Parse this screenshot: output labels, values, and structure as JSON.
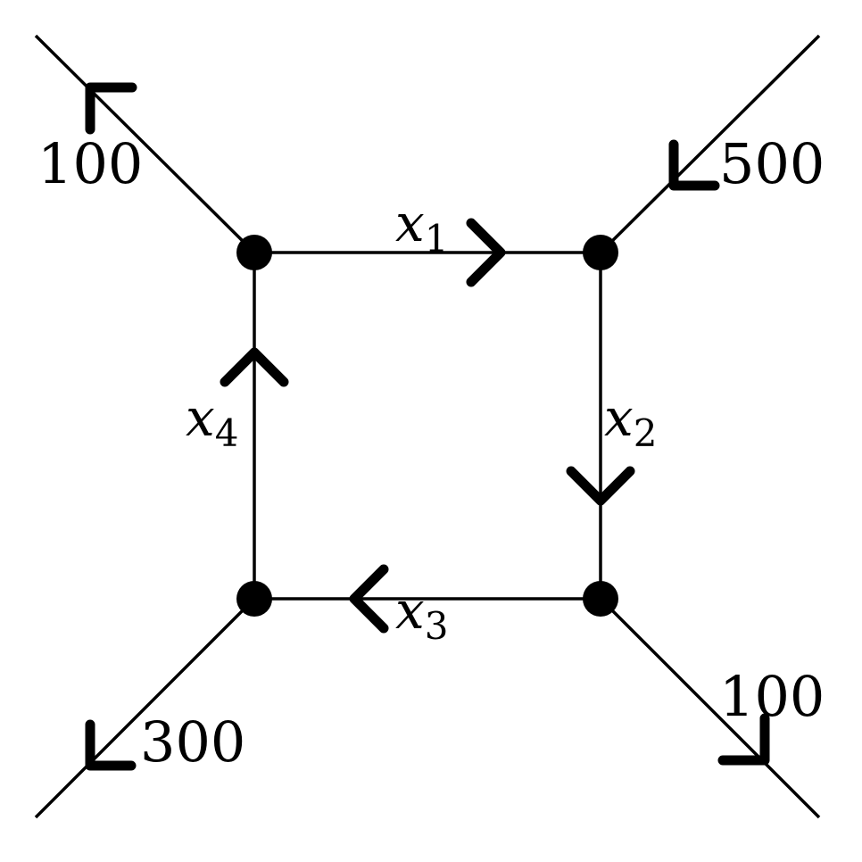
{
  "flows": {
    "top_left": "100",
    "top_right": "500",
    "bottom_left": "300",
    "bottom_right": "100"
  },
  "variables": {
    "x1": {
      "base": "x",
      "sub": "1"
    },
    "x2": {
      "base": "x",
      "sub": "2"
    },
    "x3": {
      "base": "x",
      "sub": "3"
    },
    "x4": {
      "base": "x",
      "sub": "4"
    }
  }
}
